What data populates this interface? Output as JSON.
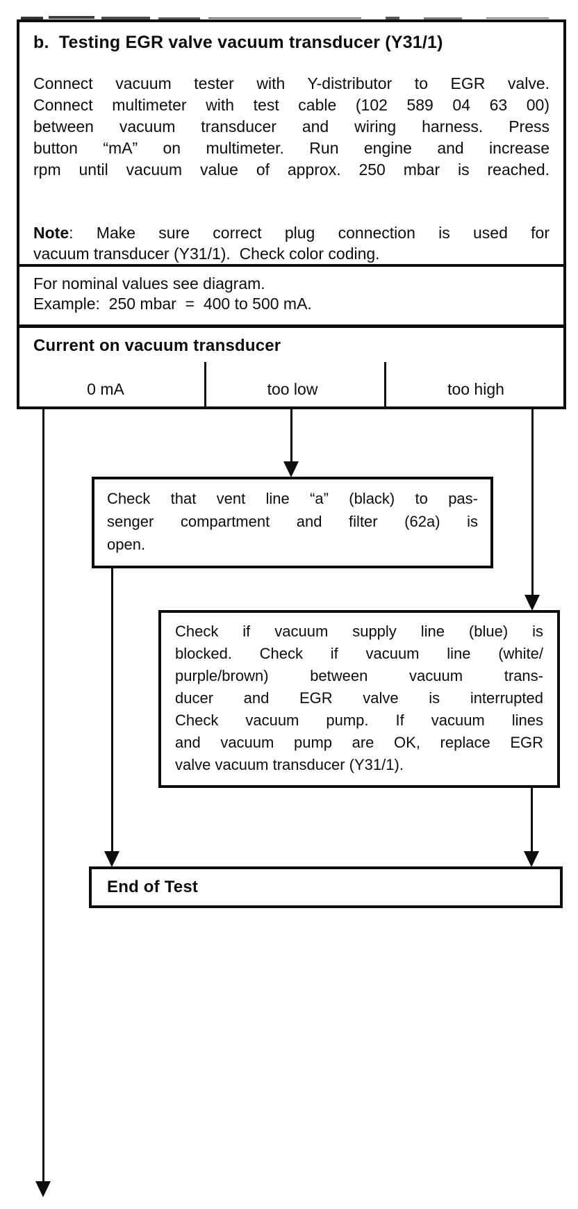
{
  "colors": {
    "paper": "#ffffff",
    "ink": "#0d0d0d"
  },
  "panel": {
    "title": "b.  Testing EGR valve vacuum transducer (Y31/1)",
    "procedure_lines": [
      {
        "text": "Connect vacuum tester with Y-distributor to EGR valve.",
        "justify": true
      },
      {
        "text": "Connect multimeter with test cable (102 589 04 63 00)",
        "justify": true
      },
      {
        "text": "between vacuum transducer and wiring harness. Press",
        "justify": true
      },
      {
        "text": "button “mA” on multimeter. Run engine and increase",
        "justify": true
      },
      {
        "text": "rpm until vacuum value of approx. 250 mbar is reached.",
        "justify": true
      }
    ],
    "note_lines": [
      {
        "bold_prefix": "Note",
        "text": ": Make sure correct plug connection is used for",
        "justify": true
      },
      {
        "text": "vacuum transducer (Y31/1).  Check color coding."
      }
    ],
    "nominal_lines": [
      {
        "text": "For nominal values see diagram."
      },
      {
        "text": "Example:  250 mbar  =  400 to 500 mA."
      }
    ],
    "decision": {
      "header": "Current on vacuum transducer",
      "branches": [
        {
          "label": "0 mA"
        },
        {
          "label": "too low"
        },
        {
          "label": "too high"
        }
      ]
    }
  },
  "action_boxes": {
    "too_low": {
      "lines": [
        {
          "text": "Check that vent line “a” (black) to pas-",
          "justify": true
        },
        {
          "text": "senger compartment and filter (62a) is",
          "justify": true
        },
        {
          "text": "open."
        }
      ]
    },
    "too_high": {
      "lines": [
        {
          "text": "Check if vacuum supply line (blue) is",
          "justify": true
        },
        {
          "text": "blocked. Check if vacuum line (white/",
          "justify": true
        },
        {
          "text": "purple/brown) between vacuum trans-",
          "justify": true
        },
        {
          "text": "ducer and EGR valve is interrupted",
          "justify": true
        },
        {
          "text": "Check vacuum pump. If vacuum lines",
          "justify": true
        },
        {
          "text": "and vacuum pump are OK, replace EGR",
          "justify": true
        },
        {
          "text": "valve vacuum transducer (Y31/1)."
        }
      ]
    },
    "end": {
      "label": "End of Test"
    }
  }
}
